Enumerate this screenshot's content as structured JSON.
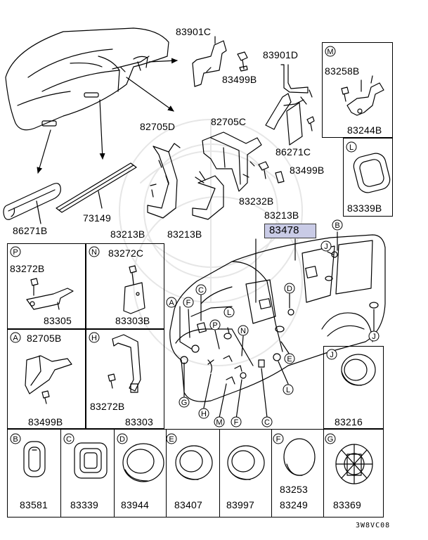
{
  "highlight_color": "#c9cbe6",
  "highlight_part": "83478",
  "main_labels": {
    "p83901c": "83901C",
    "p83499b_top": "83499B",
    "p83901d": "83901D",
    "p82705d": "82705D",
    "p82705c": "82705C",
    "p86271c": "86271C",
    "p83499b_right": "83499B",
    "p83232b": "83232B",
    "p83213b_right": "83213B",
    "p86271b": "86271B",
    "p73149": "73149",
    "p83213b_a": "83213B",
    "p83213b_b": "83213B"
  },
  "box_m": {
    "letter": "M",
    "parts": [
      "83258B",
      "83244B"
    ]
  },
  "box_l": {
    "letter": "L",
    "parts": [
      "83339B"
    ]
  },
  "box_p": {
    "letter": "P",
    "parts": [
      "83272B",
      "83305"
    ]
  },
  "box_n": {
    "letter": "N",
    "parts": [
      "83272C",
      "83303B"
    ]
  },
  "box_a": {
    "letter": "A",
    "parts": [
      "82705B",
      "83499B"
    ]
  },
  "box_h": {
    "letter": "H",
    "parts": [
      "83272B",
      "83303"
    ]
  },
  "box_j": {
    "letter": "J",
    "parts": [
      "83216"
    ]
  },
  "bottom_row": [
    {
      "letter": "B",
      "parts": [
        "83581"
      ]
    },
    {
      "letter": "C",
      "parts": [
        "83339"
      ]
    },
    {
      "letter": "D",
      "parts": [
        "83944"
      ]
    },
    {
      "letter": "E",
      "parts": [
        "83407"
      ]
    },
    {
      "letter": "",
      "parts": [
        "83997"
      ]
    },
    {
      "letter": "F",
      "parts": [
        "83253",
        "83249"
      ]
    },
    {
      "letter": "G",
      "parts": [
        "83369"
      ]
    }
  ],
  "callouts": [
    "A",
    "F",
    "C",
    "L",
    "P",
    "N",
    "D",
    "J",
    "B",
    "J",
    "E",
    "L",
    "G",
    "H",
    "M",
    "F",
    "C"
  ],
  "diagram_code": "3W8VC08"
}
